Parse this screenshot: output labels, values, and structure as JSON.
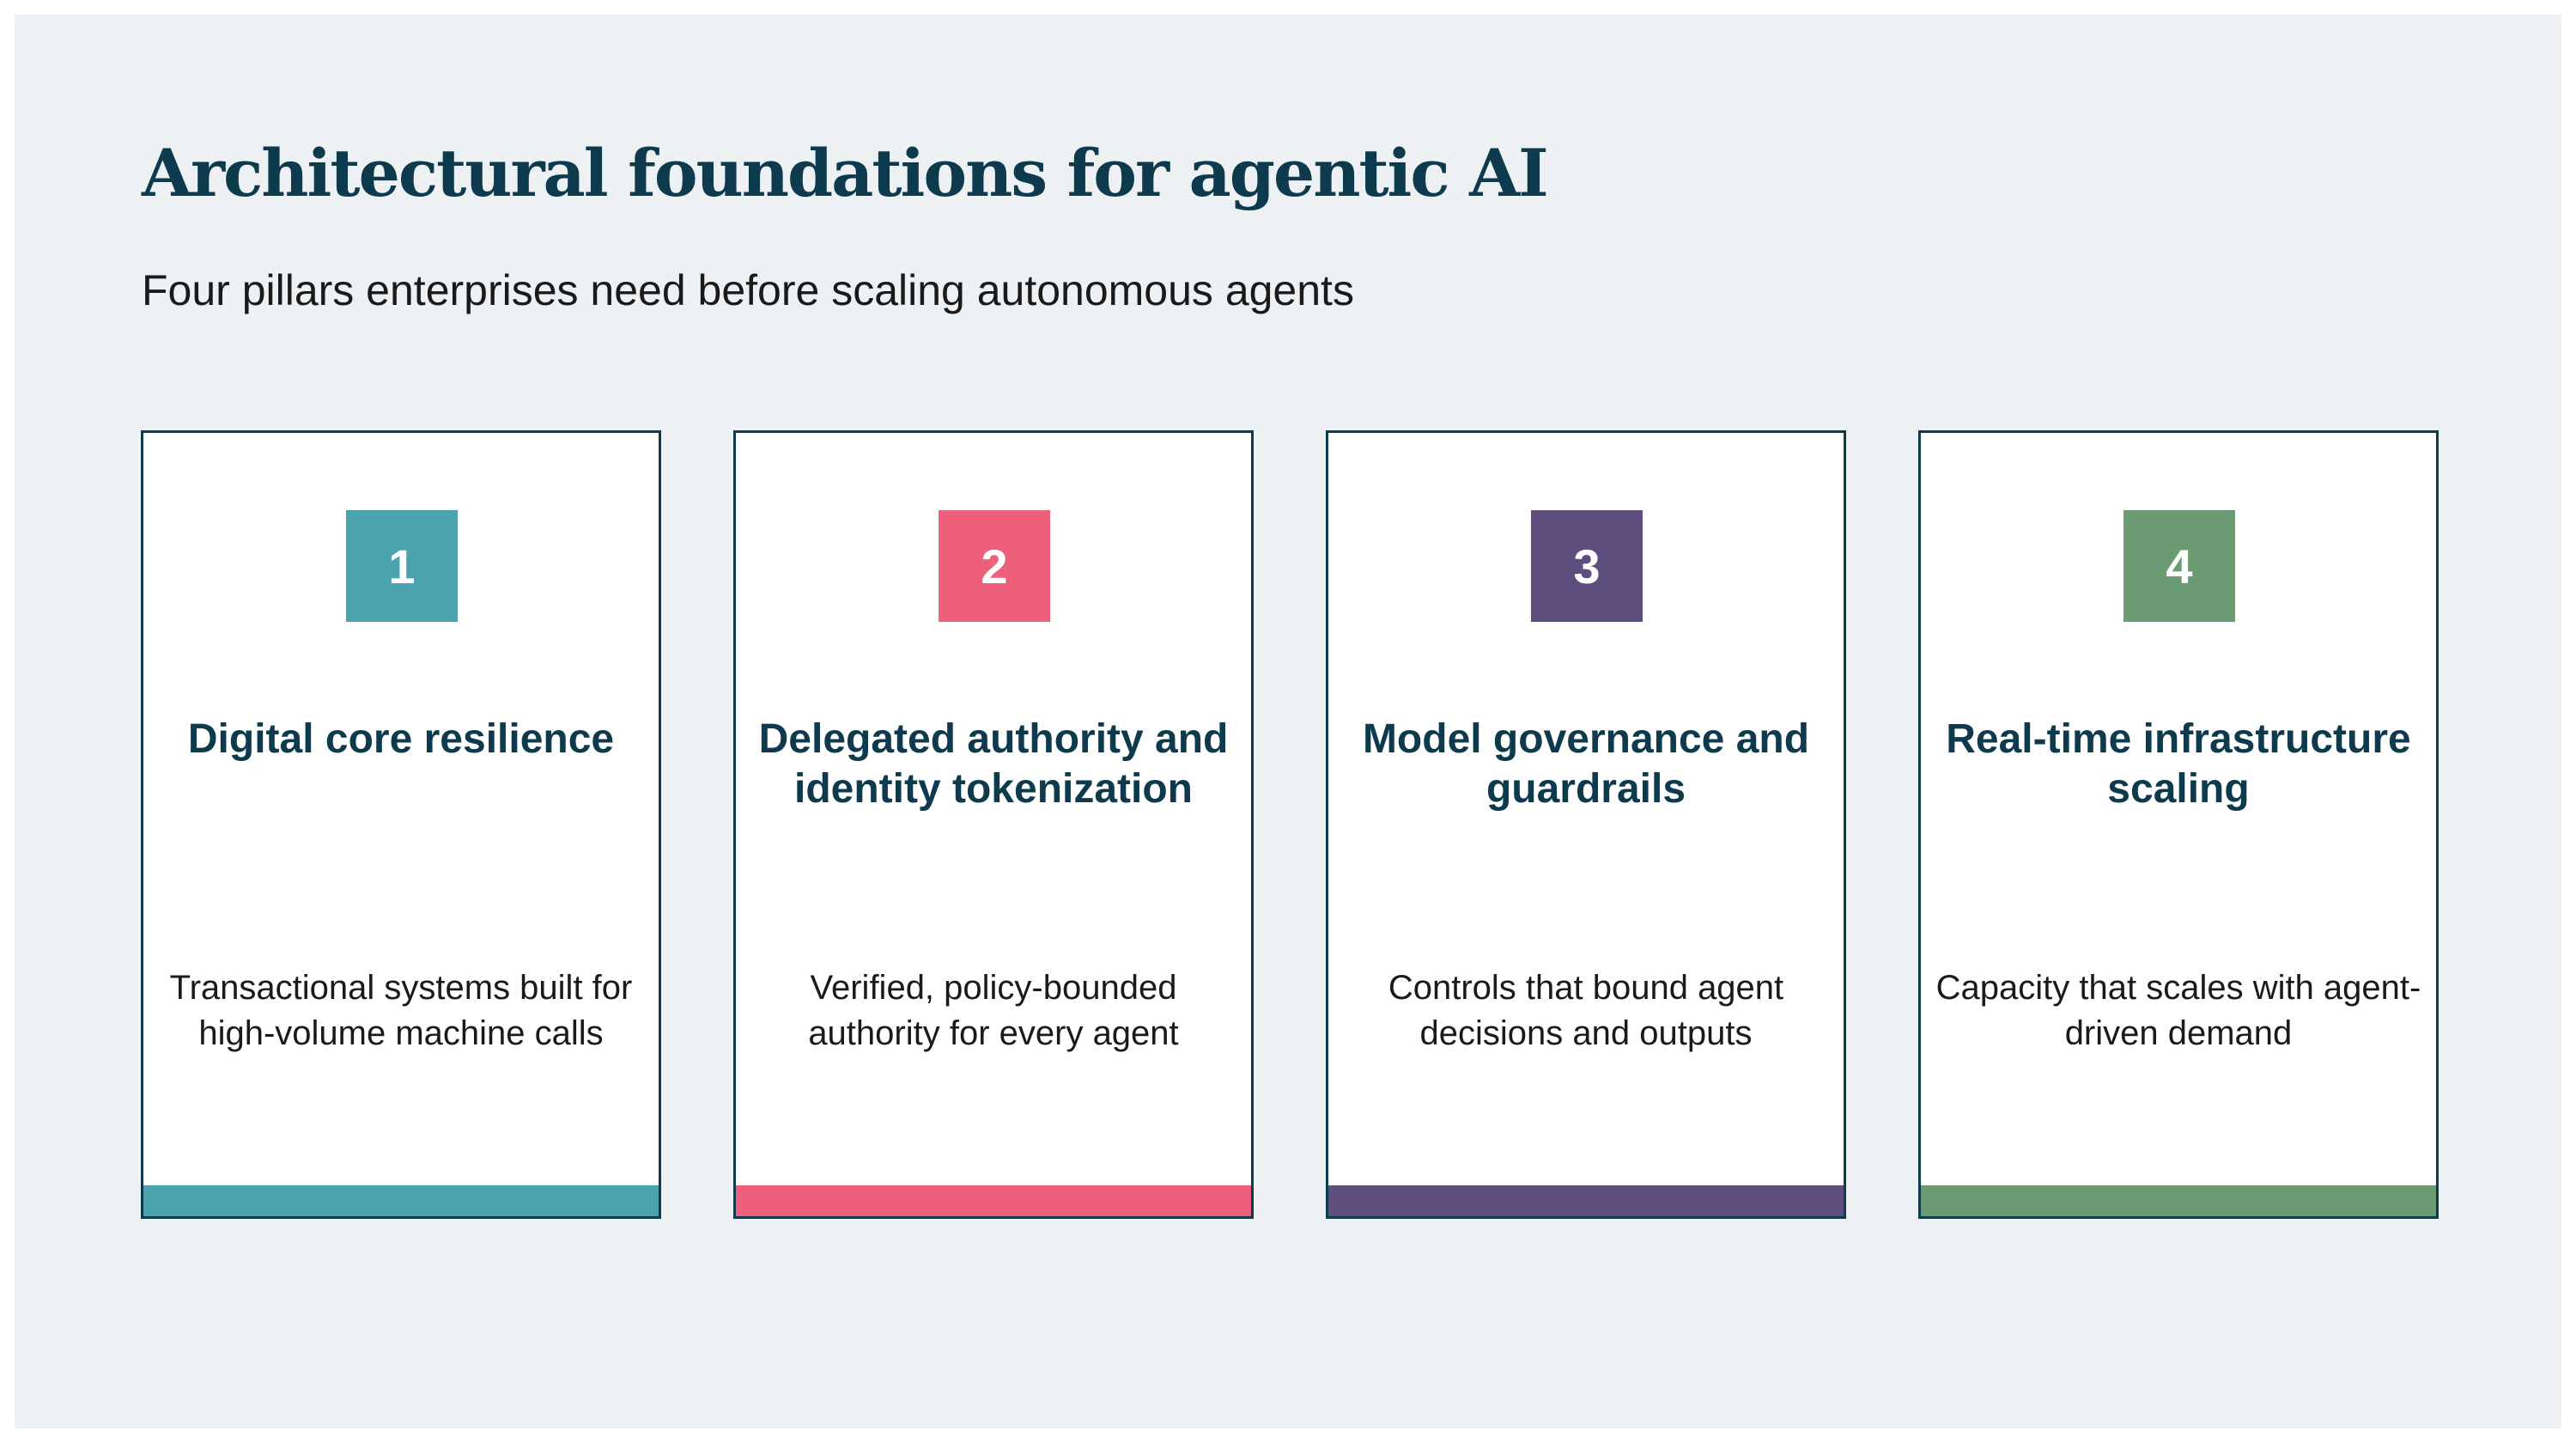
{
  "slide": {
    "title": "Architectural foundations for agentic AI",
    "subtitle": "Four pillars enterprises need before scaling autonomous agents"
  },
  "pillars": [
    {
      "number": "1",
      "title": "Digital core resilience",
      "description": "Transactional systems built for high-volume machine calls",
      "color": "#4ba3ad"
    },
    {
      "number": "2",
      "title": "Delegated authority and identity tokenization",
      "description": "Verified, policy-bounded authority for every agent",
      "color": "#ee5f7b"
    },
    {
      "number": "3",
      "title": "Model governance and guardrails",
      "description": "Controls that bound agent decisions and outputs",
      "color": "#5e4e7d"
    },
    {
      "number": "4",
      "title": "Real-time infrastructure scaling",
      "description": "Capacity that scales with agent-driven demand",
      "color": "#6a9b73"
    }
  ],
  "colors": {
    "background": "#edf1f4",
    "heading": "#0d3a4d",
    "card_border": "#0d3a4d",
    "body_text": "#1a1a1a"
  }
}
